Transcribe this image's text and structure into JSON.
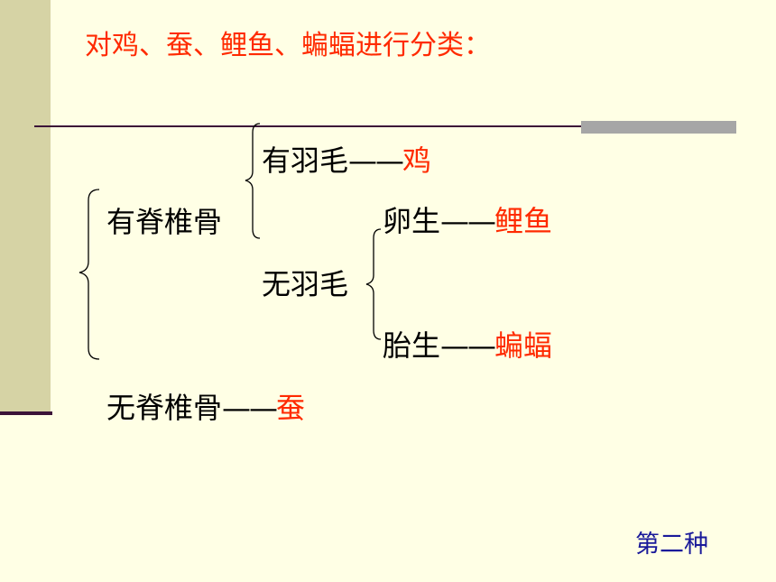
{
  "title": "对鸡、蚕、鲤鱼、蝙蝠进行分类：",
  "tree": {
    "vertebrate": {
      "label": "有脊椎骨",
      "feathered": {
        "label": "有羽毛",
        "dash": "——",
        "animal": "鸡"
      },
      "non_feathered": {
        "label": "无羽毛",
        "oviparous": {
          "label": "卵生",
          "dash": "——",
          "animal": "鲤鱼"
        },
        "viviparous": {
          "label": "胎生",
          "dash": "——",
          "animal": "蝙蝠"
        }
      }
    },
    "invertebrate": {
      "label": "无脊椎骨",
      "dash": "——",
      "animal": "蚕"
    }
  },
  "footer": "第二种",
  "colors": {
    "background": "#ffffe5",
    "accent": "#ff2a00",
    "footer": "#1a1a9a",
    "sidebar": "#d6d3a5",
    "rule": "#3c1438"
  }
}
